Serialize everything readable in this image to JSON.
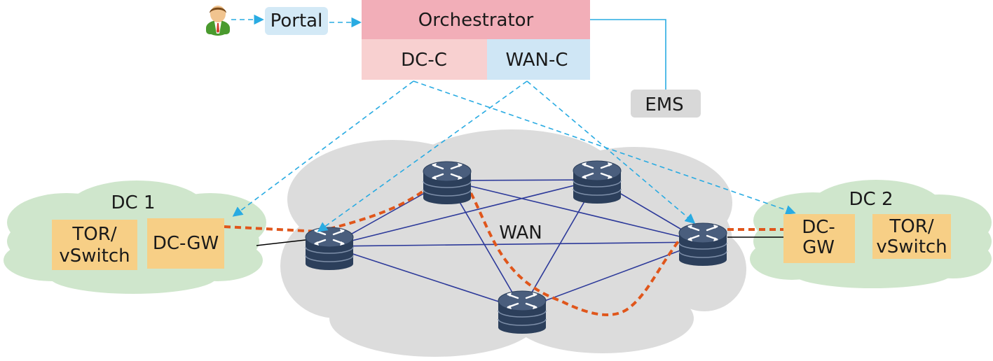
{
  "orchestrator": {
    "title": "Orchestrator",
    "dc_controller": "DC-C",
    "wan_controller": "WAN-C"
  },
  "portal": {
    "label": "Portal"
  },
  "ems": {
    "label": "EMS"
  },
  "wan": {
    "label": "WAN"
  },
  "dc1": {
    "label": "DC 1",
    "tor_line1": "TOR/",
    "tor_line2": "vSwitch",
    "gw_label": "DC-GW"
  },
  "dc2": {
    "label": "DC 2",
    "gw_line1": "DC-",
    "gw_line2": "GW",
    "tor_line1": "TOR/",
    "tor_line2": "vSwitch"
  },
  "colors": {
    "orchestrator": "#f2aeb8",
    "dc_controller": "#f8d0d0",
    "wan_controller": "#cfe6f5",
    "portal": "#d3e9f6",
    "ems": "#d8d8d8",
    "dc_cloud": "#cfe6cc",
    "wan_cloud": "#dcdcdc",
    "device_box": "#f7cf86",
    "control_link": "#29abe2",
    "wan_link": "#2d3a9a",
    "service_path": "#e0561b",
    "router": "#2c3f5b"
  },
  "icons": {
    "user": "user-icon",
    "router": "router-icon"
  }
}
